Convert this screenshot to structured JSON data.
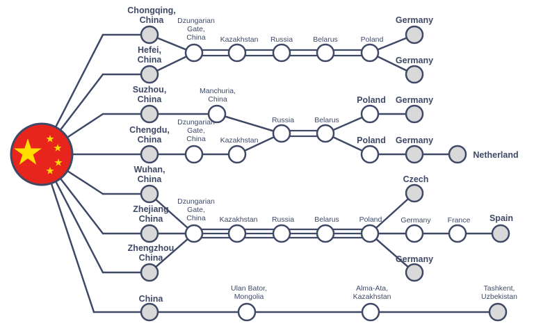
{
  "colors": {
    "line": "#3f4966",
    "node_gray": "#d9d9d9",
    "node_white": "#ffffff",
    "flag_red": "#e8251c",
    "flag_star": "#ffde00",
    "text": "#3f4966"
  },
  "flag": {
    "icon": "china-flag-icon"
  },
  "row1": {
    "chongqing": [
      "Chongqing,",
      "China"
    ],
    "hefei": [
      "Hefei,",
      "China"
    ],
    "dzungarian": [
      "Dzungarian",
      "Gate,",
      "China"
    ],
    "kazakhstan": "Kazakhstan",
    "russia": "Russia",
    "belarus": "Belarus",
    "poland": "Poland",
    "germany_top": "Germany",
    "germany_bottom": "Germany"
  },
  "row2": {
    "suzhou": [
      "Suzhou,",
      "China"
    ],
    "chengdu": [
      "Chengdu,",
      "China"
    ],
    "manchuria": [
      "Manchuria,",
      "China"
    ],
    "dzungarian": [
      "Dzungarian",
      "Gate,",
      "China"
    ],
    "kazakhstan": "Kazakhstan",
    "russia": "Russia",
    "belarus": "Belarus",
    "poland_top": "Poland",
    "poland_bottom": "Poland",
    "germany_top": "Germany",
    "germany_bottom": "Germany",
    "netherland": "Netherland"
  },
  "row3": {
    "wuhan": [
      "Wuhan,",
      "China"
    ],
    "zhejiang": [
      "Zhejiang",
      "China"
    ],
    "zhengzhou": [
      "Zhengzhou",
      "China"
    ],
    "dzungarian": [
      "Dzungarian",
      "Gate,",
      "China"
    ],
    "kazakhstan": "Kazakhstan",
    "russia": "Russia",
    "belarus": "Belarus",
    "poland": "Poland",
    "czech": "Czech",
    "germany_mid": "Germany",
    "france": "France",
    "spain": "Spain",
    "germany_bottom": "Germany"
  },
  "row4": {
    "china": "China",
    "ulan_bator": [
      "Ulan Bator,",
      "Mongolia"
    ],
    "alma_ata": [
      "Alma-Ata,",
      "Kazakhstan"
    ],
    "tashkent": [
      "Tashkent,",
      "Uzbekistan"
    ]
  }
}
